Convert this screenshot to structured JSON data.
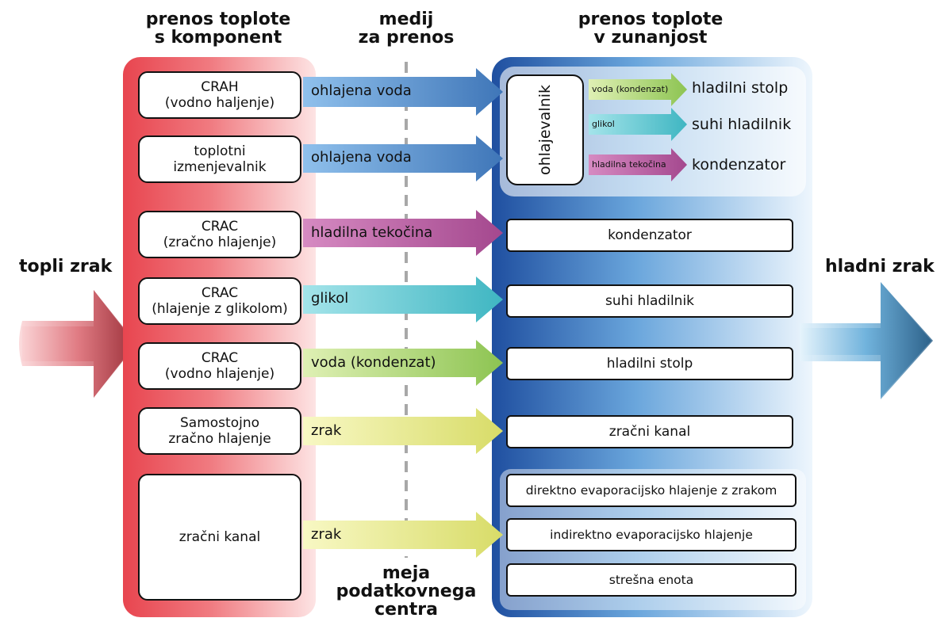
{
  "headers": {
    "left": [
      "prenos toplote",
      "s komponent"
    ],
    "middle": [
      "medij",
      "za prenos"
    ],
    "right": [
      "prenos toplote",
      "v zunanjost"
    ],
    "bottom": [
      "meja",
      "podatkovnega",
      "centra"
    ]
  },
  "side_labels": {
    "warm_air": "topli zrak",
    "cold_air": "hladni zrak"
  },
  "components": [
    {
      "lines": [
        "CRAH",
        "(vodno haljenje)"
      ]
    },
    {
      "lines": [
        "toplotni",
        "izmenjevalnik"
      ]
    },
    {
      "lines": [
        "CRAC",
        "(zračno hlajenje)"
      ]
    },
    {
      "lines": [
        "CRAC",
        "(hlajenje z glikolom)"
      ]
    },
    {
      "lines": [
        "CRAC",
        "(vodno hlajenje)"
      ]
    },
    {
      "lines": [
        "Samostojno",
        "zračno hlajenje"
      ]
    },
    {
      "lines": [
        "zračni kanal"
      ]
    }
  ],
  "media": [
    {
      "label": "ohlajena voda",
      "color": "#4f86c6"
    },
    {
      "label": "ohlajena voda",
      "color": "#4f86c6"
    },
    {
      "label": "hladilna tekočina",
      "color": "#b45aa0"
    },
    {
      "label": "glikol",
      "color": "#4fc3cc"
    },
    {
      "label": "voda (kondenzat)",
      "color": "#9dcf5a"
    },
    {
      "label": "zrak",
      "color": "#e7ea7a"
    },
    {
      "label": "zrak",
      "color": "#e7ea7a"
    }
  ],
  "chiller": {
    "label": "ohlajevalnik",
    "outputs": [
      {
        "medium": "voda (kondenzat)",
        "target": "hladilni stolp",
        "color": "#9dcf5a"
      },
      {
        "medium": "glikol",
        "target": "suhi hladilnik",
        "color": "#4fc3cc"
      },
      {
        "medium": "hladilna tekočina",
        "target": "kondenzator",
        "color": "#b45aa0"
      }
    ]
  },
  "destinations": [
    "kondenzator",
    "suhi hladilnik",
    "hladilni stolp",
    "zračni kanal"
  ],
  "evaporative_group": [
    "direktno evaporacijsko hlajenje z zrakom",
    "indirektno evaporacijsko hlajenje",
    "strešna enota"
  ],
  "colors": {
    "left_panel": "#e8454f",
    "right_panel": "#1f4fa0",
    "warm_arrow": "#a83a40",
    "cold_arrow": "#2c6a92"
  }
}
